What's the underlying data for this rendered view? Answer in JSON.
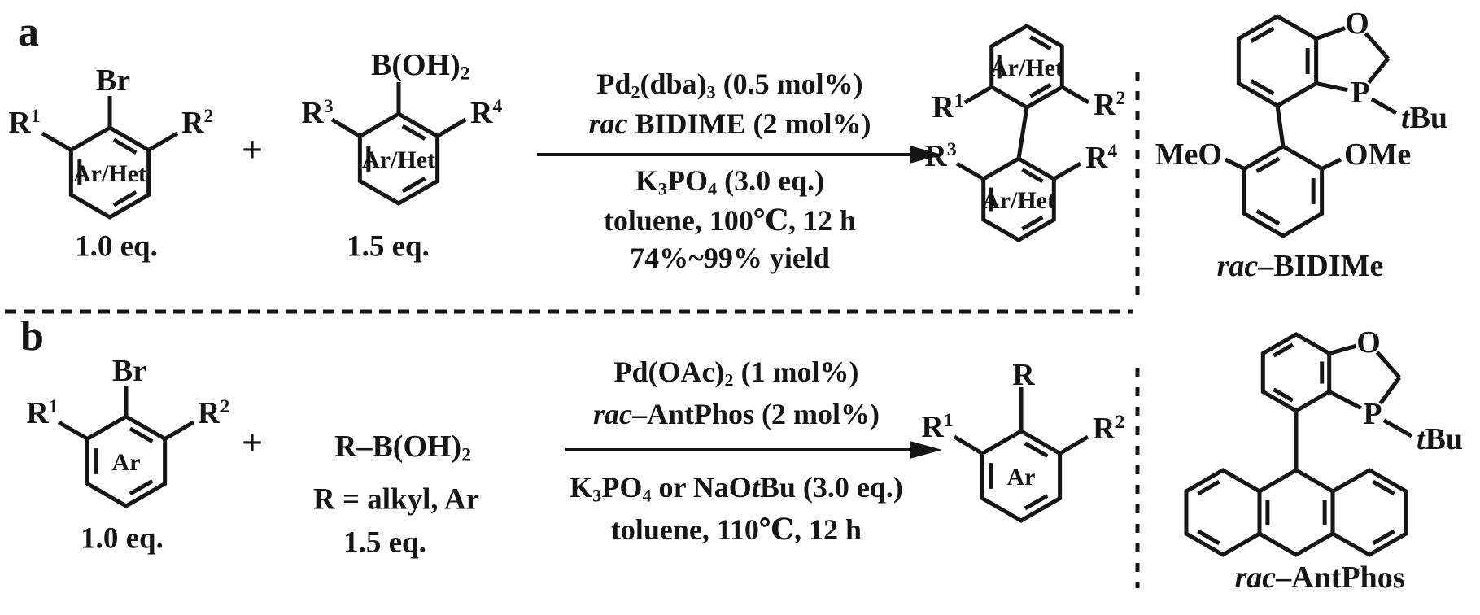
{
  "a": {
    "section_label": "a",
    "arylBromide": {
      "halide": "Br",
      "sub1": [
        "R",
        "1"
      ],
      "sub2": [
        "R",
        "2"
      ],
      "core": "Ar/Het",
      "equiv": "1.0 eq."
    },
    "plus": "+",
    "boronicAcid": {
      "boron": [
        "B(OH)",
        "2"
      ],
      "sub3": [
        "R",
        "3"
      ],
      "sub4": [
        "R",
        "4"
      ],
      "core": "Ar/Het",
      "equiv": "1.5 eq."
    },
    "conditions": {
      "catalyst": [
        "Pd",
        "2",
        "(dba)",
        "3",
        " (0.5 mol%)"
      ],
      "ligand": [
        "rac",
        " BIDIME (2 mol%)"
      ],
      "base": [
        "K",
        "3",
        "PO",
        "4",
        " (3.0 eq.)"
      ],
      "solvent": "toluene, 100℃, 12 h",
      "yield": "74%~99% yield"
    },
    "product": {
      "sub1": [
        "R",
        "1"
      ],
      "sub2": [
        "R",
        "2"
      ],
      "sub3": [
        "R",
        "3"
      ],
      "sub4": [
        "R",
        "4"
      ],
      "core_top": "Ar/Het",
      "core_bottom": "Ar/Het"
    },
    "ligandStructure": {
      "o": "O",
      "p": "P",
      "tbu": [
        "t",
        "Bu"
      ],
      "meo": "MeO",
      "ome": "OMe",
      "caption": [
        "rac",
        "–BIDIMe"
      ]
    }
  },
  "b": {
    "section_label": "b",
    "arylBromide": {
      "halide": "Br",
      "sub1": [
        "R",
        "1"
      ],
      "sub2": [
        "R",
        "2"
      ],
      "core": "Ar",
      "equiv": "1.0 eq."
    },
    "plus": "+",
    "boronicAcid": {
      "formula": [
        "R–B(OH)",
        "2"
      ],
      "rdef": "R = alkyl, Ar",
      "equiv": "1.5 eq."
    },
    "conditions": {
      "catalyst": [
        "Pd(OAc)",
        "2",
        " (1 mol%)"
      ],
      "ligand": [
        "rac",
        "–AntPhos (2 mol%)"
      ],
      "base": [
        "K",
        "3",
        "PO",
        "4",
        " or NaO",
        "t",
        "Bu (3.0 eq.)"
      ],
      "solvent": "toluene, 110℃, 12 h"
    },
    "product": {
      "r": "R",
      "sub1": [
        "R",
        "1"
      ],
      "sub2": [
        "R",
        "2"
      ],
      "core": "Ar"
    },
    "ligandStructure": {
      "o": "O",
      "p": "P",
      "tbu": [
        "t",
        "Bu"
      ],
      "caption": [
        "rac",
        "–AntPhos"
      ]
    }
  },
  "colors": {
    "ink": "#151515",
    "background": "#ffffff"
  }
}
